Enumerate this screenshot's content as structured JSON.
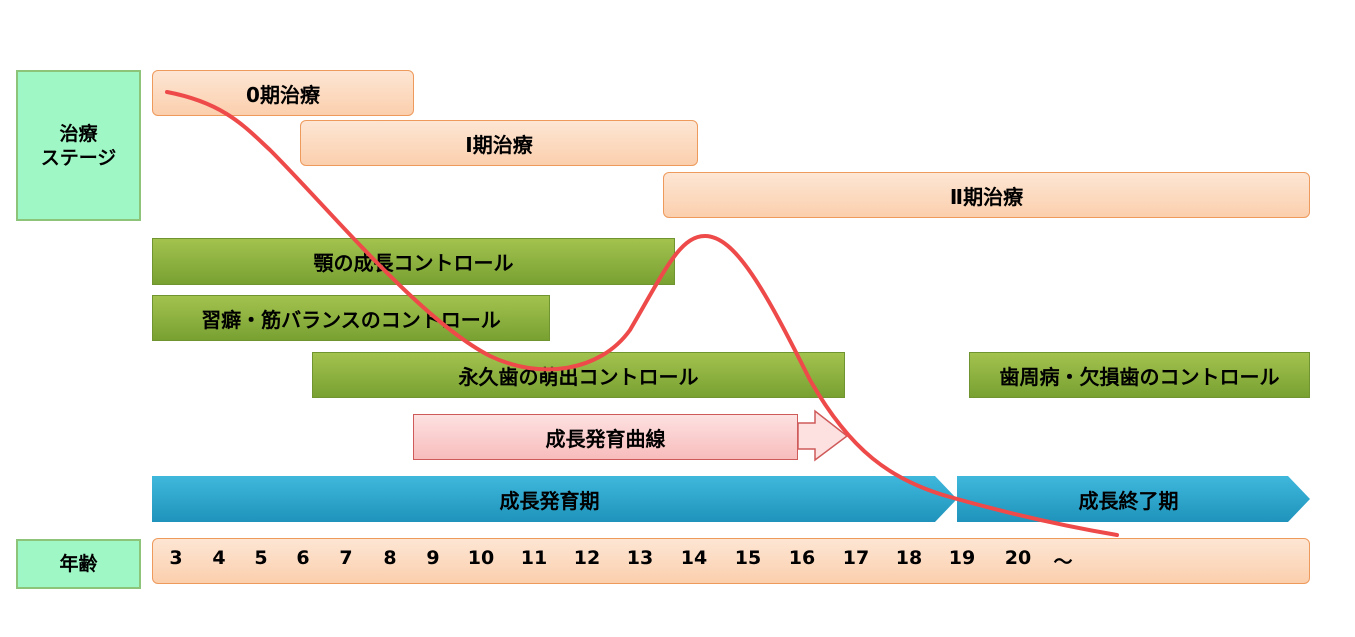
{
  "labels": {
    "stage": "治療\nステージ",
    "age": "年齢"
  },
  "stages": {
    "stage0": "0期治療",
    "stage1": "Ⅰ期治療",
    "stage2": "Ⅱ期治療"
  },
  "controls": {
    "jaw": "顎の成長コントロール",
    "habit": "習癖・筋バランスのコントロール",
    "permanent": "永久歯の萌出コントロール",
    "perio": "歯周病・欠損歯のコントロール"
  },
  "curve_label": "成長発育曲線",
  "periods": {
    "growth": "成長発育期",
    "end": "成長終了期"
  },
  "ages": [
    "3",
    "4",
    "5",
    "6",
    "7",
    "8",
    "9",
    "10",
    "11",
    "12",
    "13",
    "14",
    "15",
    "16",
    "17",
    "18",
    "19",
    "20",
    "～"
  ],
  "colors": {
    "curve": "#ee4a4a",
    "label_bg": "#9ff7c6",
    "green": "#8ab33f",
    "peach": "#fbd7bc",
    "blue": "#2ea9cf"
  }
}
